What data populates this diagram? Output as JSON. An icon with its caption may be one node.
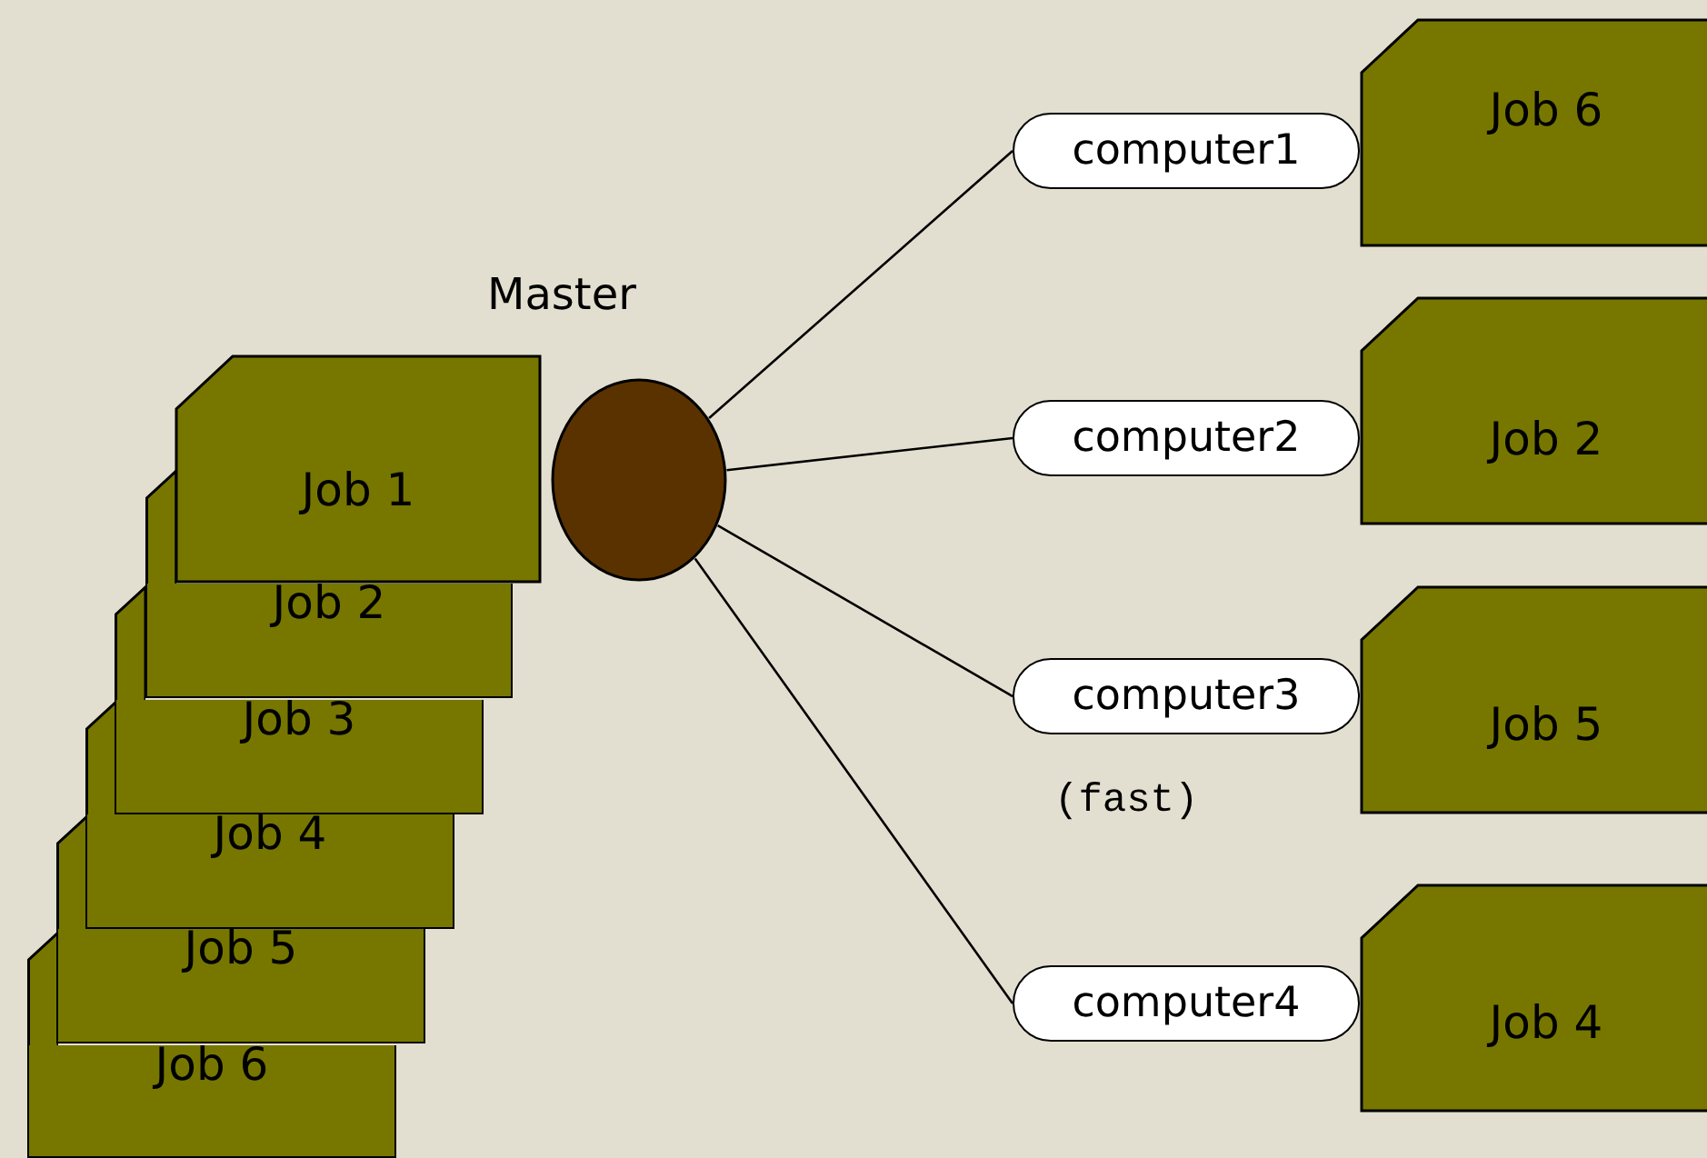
{
  "diagram": {
    "nodes": [
      {
        "text": [
          "Job 1"
        ]
      },
      {
        "text": [
          "Job 2"
        ]
      },
      {
        "text": [
          "Job 3"
        ]
      },
      {
        "text": [
          "Job 4"
        ]
      },
      {
        "text": [
          "Job 5"
        ]
      },
      {
        "text": [
          "Job 6"
        ]
      },
      {
        "text": [],
        "shape": "circle",
        "beside": [
          "Master"
        ]
      },
      {
        "text": [
          "computer1"
        ]
      },
      {
        "text": [
          "computer2"
        ]
      },
      {
        "text": [
          "computer3"
        ],
        "beside": [
          "(fast)"
        ]
      },
      {
        "text": [
          "computer4"
        ]
      },
      {
        "text": [
          "Job 6"
        ]
      },
      {
        "text": [
          "Job 2"
        ]
      },
      {
        "text": [
          "Job 5"
        ]
      },
      {
        "text": [
          "Job 4"
        ]
      }
    ],
    "edges": [
      {
        "from": 6,
        "to": 7,
        "arrow": "none"
      },
      {
        "from": 6,
        "to": 8,
        "arrow": "none"
      },
      {
        "from": 6,
        "to": 9,
        "arrow": "none"
      },
      {
        "from": 6,
        "to": 10,
        "arrow": "none"
      }
    ]
  }
}
